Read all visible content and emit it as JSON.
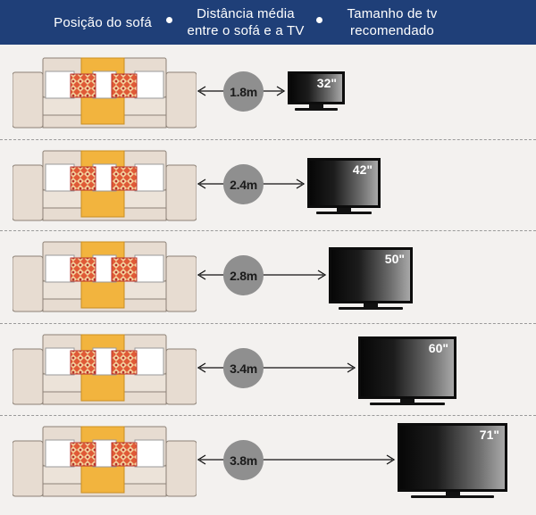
{
  "header": {
    "col1": "Posição do sofá",
    "col2_line1": "Distância média",
    "col2_line2": "entre o sofá e a TV",
    "col3_line1": "Tamanho de tv",
    "col3_line2": "recomendado"
  },
  "colors": {
    "header_bg": "#1f3f78",
    "background": "#f3f1ef",
    "sofa": "#e7dcd1",
    "cushion_white": "#ffffff",
    "throw_yellow": "#f2b43e",
    "pillow_pattern": "#e05a37",
    "badge": "#8f8f8f"
  },
  "rows": [
    {
      "distance": "1.8m",
      "tv_size": "32\""
    },
    {
      "distance": "2.4m",
      "tv_size": "42\""
    },
    {
      "distance": "2.8m",
      "tv_size": "50\""
    },
    {
      "distance": "3.4m",
      "tv_size": "60\""
    },
    {
      "distance": "3.8m",
      "tv_size": "71\""
    }
  ]
}
